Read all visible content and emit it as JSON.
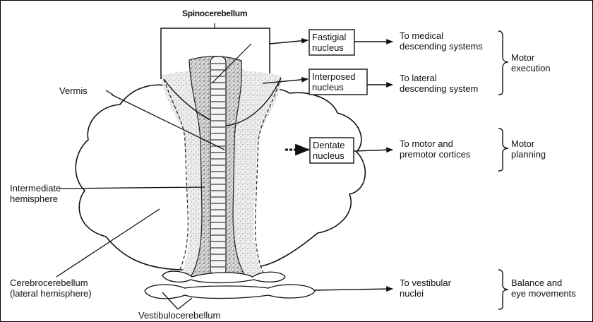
{
  "title": "Spinocerebellum",
  "regions": {
    "vermis": "Vermis",
    "intermediate": "Intermediate\nhemisphere",
    "cerebrocerebellum": "Cerebrocerebellum\n(lateral hemisphere)",
    "vestibulocerebellum": "Vestibulocerebellum"
  },
  "nuclei": {
    "fastigial": "Fastigial\nnucleus",
    "interposed": "Interposed\nnucleus",
    "dentate": "Dentate\nnucleus"
  },
  "targets": {
    "fastigial": "To medical\ndescending systems",
    "interposed": "To lateral\ndescending system",
    "dentate": "To motor and\npremotor cortices",
    "vestibular": "To vestibular\nnuclei"
  },
  "functions": {
    "execution": "Motor\nexecution",
    "planning": "Motor\nplanning",
    "balance": "Balance and\neye movements"
  }
}
